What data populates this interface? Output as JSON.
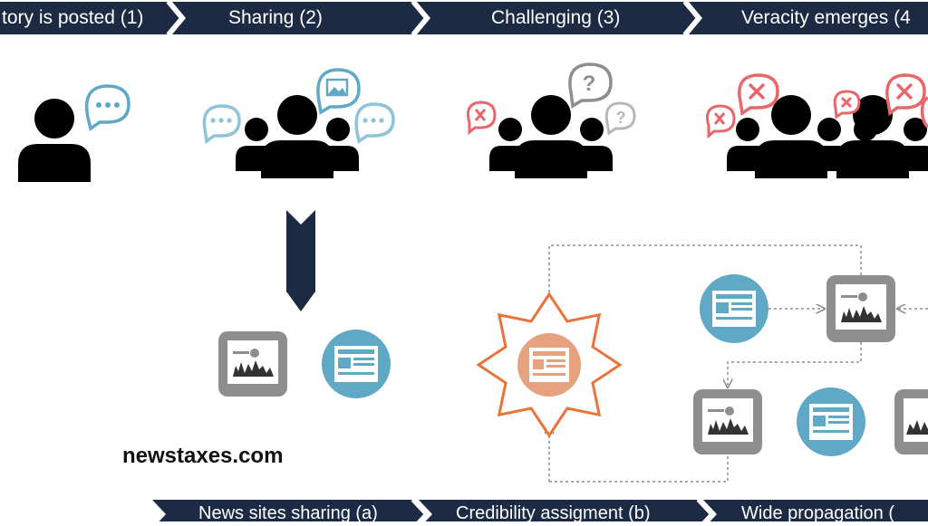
{
  "stages": [
    {
      "label": "tory is posted (1)"
    },
    {
      "label": "Sharing (2)"
    },
    {
      "label": "Challenging (3)"
    },
    {
      "label": "Veracity emerges (4"
    }
  ],
  "bottom_stages": [
    {
      "label": "News sites sharing (a)"
    },
    {
      "label": "Credibility assigment (b)"
    },
    {
      "label": "Wide propagation ("
    }
  ],
  "watermark": "newstaxes.com",
  "icons": {
    "speech": "speech-bubble-icon",
    "image": "image-bubble-icon",
    "question": "question-bubble-icon",
    "cross": "cross-bubble-icon",
    "person": "person-icon",
    "group": "group-icon",
    "news": "news-article-icon",
    "chart_doc": "news-chart-icon"
  },
  "colors": {
    "banner": "#1c2a44",
    "teal": "#5fa9c6",
    "teal_light": "#8fc3d9",
    "gray": "#8e8e8e",
    "gray_light": "#b8b8b8",
    "red": "#e8676c",
    "orange": "#e8743a",
    "orange_fill": "#e6a27f",
    "people": "#000000"
  }
}
